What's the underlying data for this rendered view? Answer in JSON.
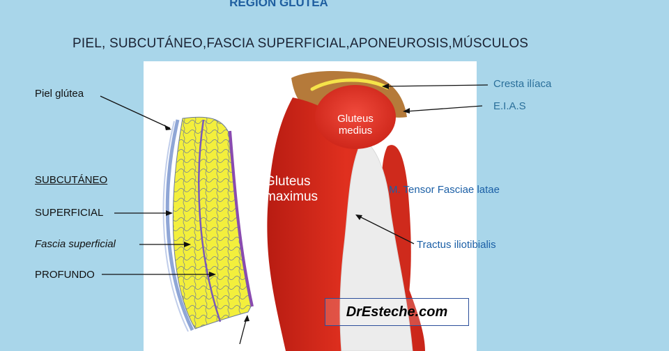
{
  "header": {
    "title": "REGION GLUTEA",
    "subtitle": "PIEL, SUBCUTÁNEO,FASCIA SUPERFICIAL,APONEUROSIS,MÚSCULOS"
  },
  "left_labels": {
    "piel": "Piel glútea",
    "subcutaneo": "SUBCUTÁNEO",
    "superficial": "SUPERFICIAL",
    "fascia": "Fascia superficial",
    "profundo": "PROFUNDO"
  },
  "muscle_labels": {
    "medius_1": "Gluteus",
    "medius_2": "medius",
    "maximus_1": "Gluteus",
    "maximus_2": "maximus"
  },
  "right_labels": {
    "cresta": "Cresta ilíaca",
    "eias": "E.I.A.S",
    "tensor": "M. Tensor Fasciae latae",
    "tractus": "Tractus iliotibialis"
  },
  "watermark": "DrEsteche.com",
  "colors": {
    "background": "#a9d6ea",
    "muscle_red": "#d9281c",
    "fat_yellow": "#f2f03a",
    "fascia_purple": "#8a4bb0",
    "bone": "#b57a3a",
    "tendon": "#eeeeee"
  }
}
